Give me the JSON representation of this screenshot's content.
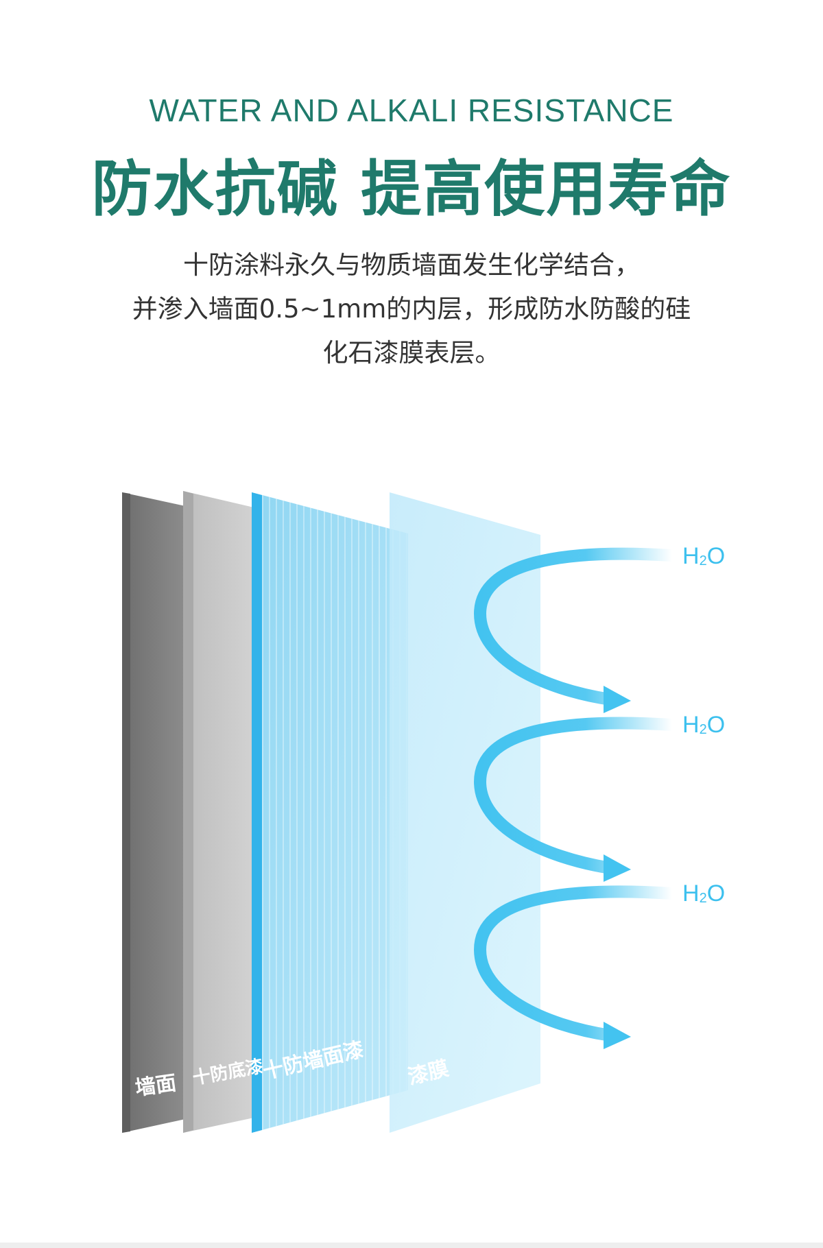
{
  "header": {
    "subtitle_en": "WATER AND ALKALI RESISTANCE",
    "title_cn": "防水抗碱 提高使用寿命"
  },
  "description": {
    "lines": [
      "十防涂料永久与物质墙面发生化学结合，",
      "并渗入墙面0.5~1mm的内层，形成防水防酸的硅",
      "化石漆膜表层。"
    ]
  },
  "diagram": {
    "layers": [
      {
        "label": "墙面",
        "color": "#7a7a7a"
      },
      {
        "label": "十防底漆",
        "color": "#c6c6c6"
      },
      {
        "label": "十防墙面漆",
        "color": "#9fdcf4"
      },
      {
        "label": "漆膜",
        "color": "#c9eefc"
      }
    ],
    "water_labels": [
      {
        "base": "H",
        "sub": "2",
        "tail": "O"
      },
      {
        "base": "H",
        "sub": "2",
        "tail": "O"
      },
      {
        "base": "H",
        "sub": "2",
        "tail": "O"
      }
    ],
    "colors": {
      "accent": "#1f7a6b",
      "water": "#3cc0ee",
      "arrow": "#43c3f0"
    }
  }
}
